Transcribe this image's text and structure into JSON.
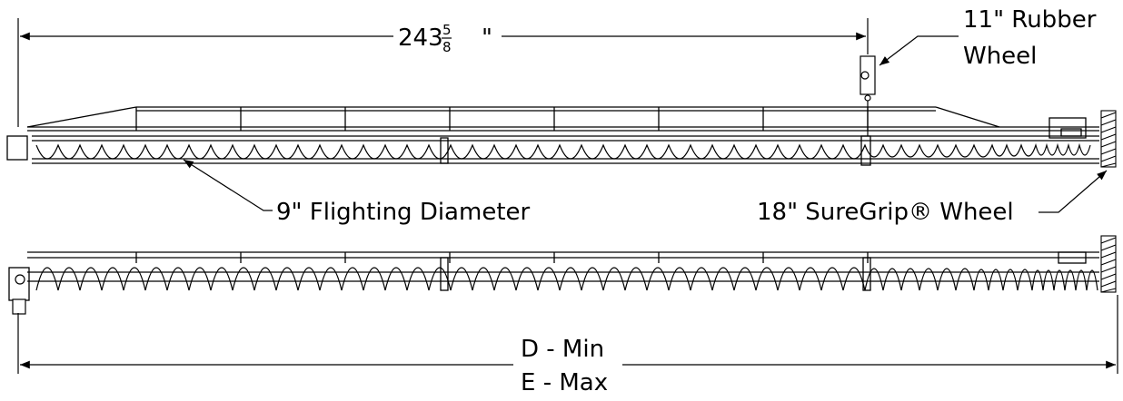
{
  "dimension_top": {
    "whole": "243",
    "fraction_numerator": "5",
    "fraction_denominator": "8",
    "unit": "\""
  },
  "callouts": {
    "rubber_wheel_line1": "11\" Rubber",
    "rubber_wheel_line2": "Wheel",
    "flighting": "9\" Flighting Diameter",
    "suregrip_wheel": "18\" SureGrip® Wheel"
  },
  "dimension_bottom": {
    "min_label": "D - Min",
    "max_label": "E - Max"
  }
}
